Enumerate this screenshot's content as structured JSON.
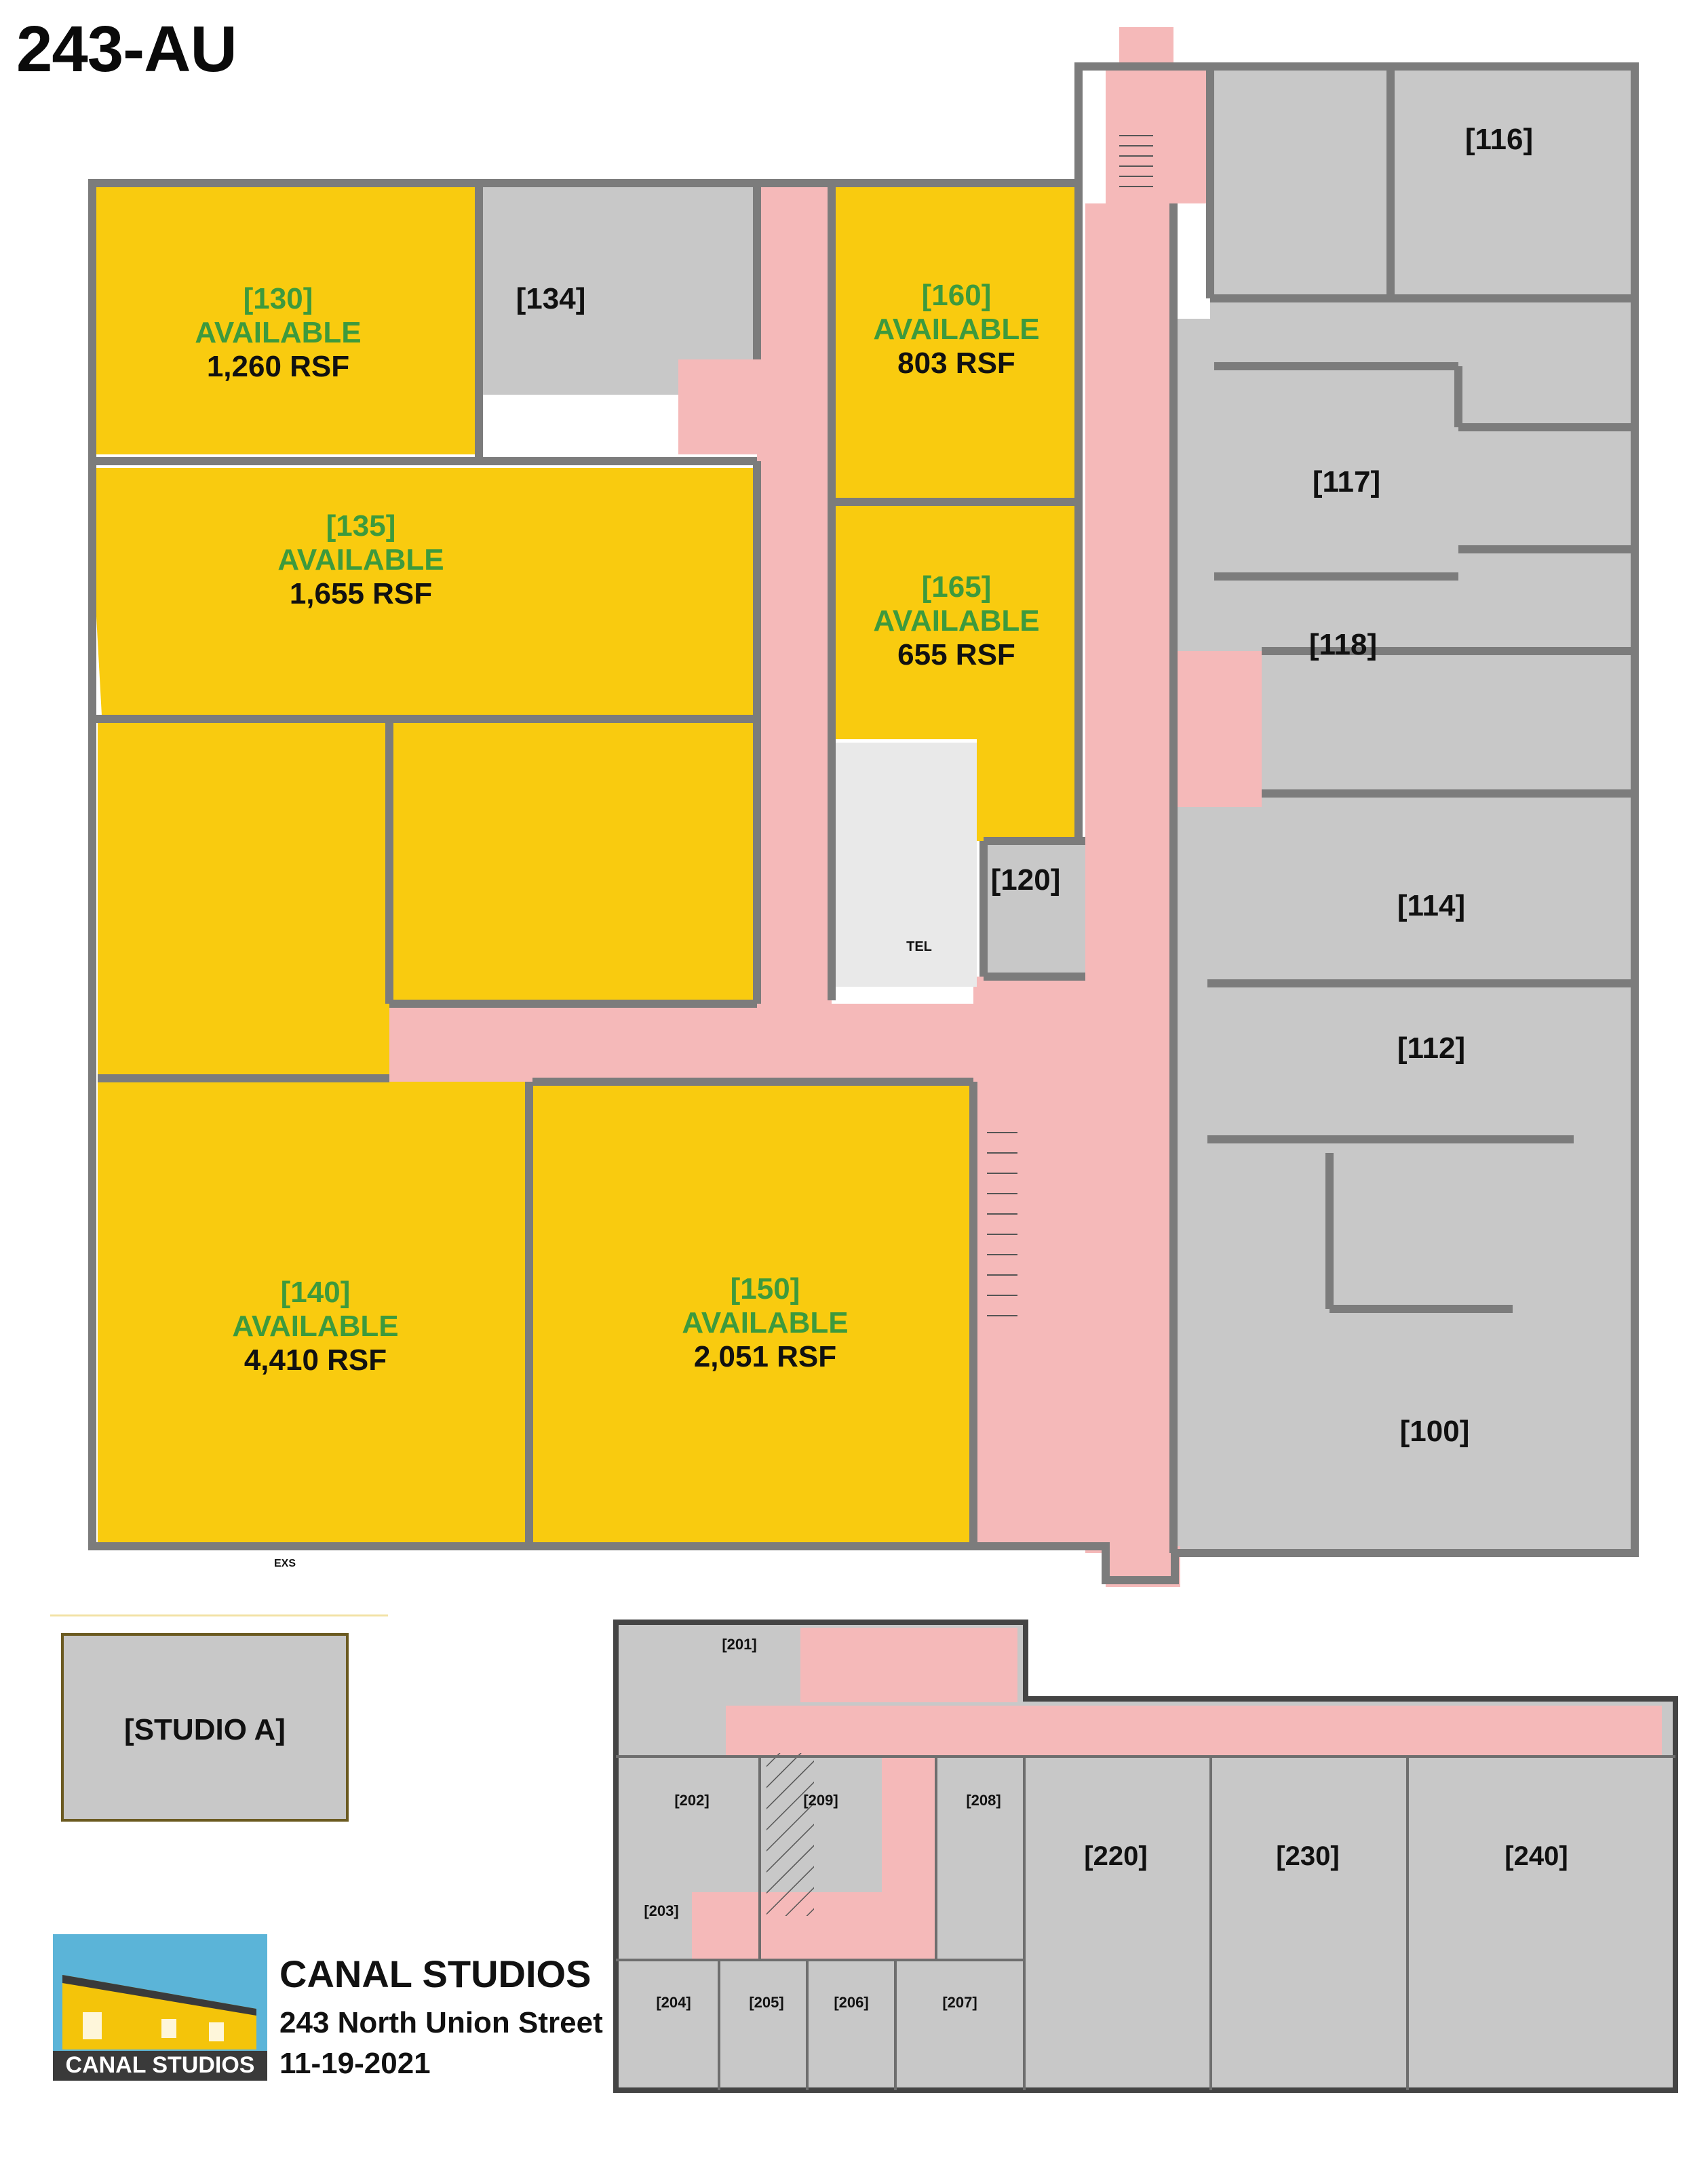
{
  "title": "243-AU",
  "main_floor": {
    "rooms": [
      {
        "id": "130",
        "tag": "[130]",
        "status": "AVAILABLE",
        "area": "1,260 RSF"
      },
      {
        "id": "134",
        "tag": "[134]"
      },
      {
        "id": "160",
        "tag": "[160]",
        "status": "AVAILABLE",
        "area": "803 RSF"
      },
      {
        "id": "116",
        "tag": "[116]"
      },
      {
        "id": "135",
        "tag": "[135]",
        "status": "AVAILABLE",
        "area": "1,655 RSF"
      },
      {
        "id": "165",
        "tag": "[165]",
        "status": "AVAILABLE",
        "area": "655 RSF"
      },
      {
        "id": "117",
        "tag": "[117]"
      },
      {
        "id": "118",
        "tag": "[118]"
      },
      {
        "id": "120",
        "tag": "[120]"
      },
      {
        "id": "114",
        "tag": "[114]"
      },
      {
        "id": "112",
        "tag": "[112]"
      },
      {
        "id": "140",
        "tag": "[140]",
        "status": "AVAILABLE",
        "area": "4,410 RSF"
      },
      {
        "id": "150",
        "tag": "[150]",
        "status": "AVAILABLE",
        "area": "2,051 RSF"
      },
      {
        "id": "100",
        "tag": "[100]"
      }
    ],
    "tel_label": "TEL",
    "exit_label": "EXS"
  },
  "studio_a": {
    "tag": "[STUDIO A]"
  },
  "second_floor": {
    "rooms": [
      {
        "id": "201",
        "tag": "[201]"
      },
      {
        "id": "202",
        "tag": "[202]"
      },
      {
        "id": "209",
        "tag": "[209]"
      },
      {
        "id": "208",
        "tag": "[208]"
      },
      {
        "id": "203",
        "tag": "[203]"
      },
      {
        "id": "204",
        "tag": "[204]"
      },
      {
        "id": "205",
        "tag": "[205]"
      },
      {
        "id": "206",
        "tag": "[206]"
      },
      {
        "id": "207",
        "tag": "[207]"
      },
      {
        "id": "220",
        "tag": "[220]"
      },
      {
        "id": "230",
        "tag": "[230]"
      },
      {
        "id": "240",
        "tag": "[240]"
      }
    ]
  },
  "building": {
    "name": "CANAL STUDIOS",
    "address": "243 North Union Street",
    "date": "11-19-2021",
    "logo_text": "CANAL STUDIOS"
  },
  "colors": {
    "available": "#f9cb0f",
    "leased": "#c8c8c8",
    "common": "#f5b9b9",
    "wall": "#7c7c7c",
    "available_text": "#3d9a3d"
  }
}
